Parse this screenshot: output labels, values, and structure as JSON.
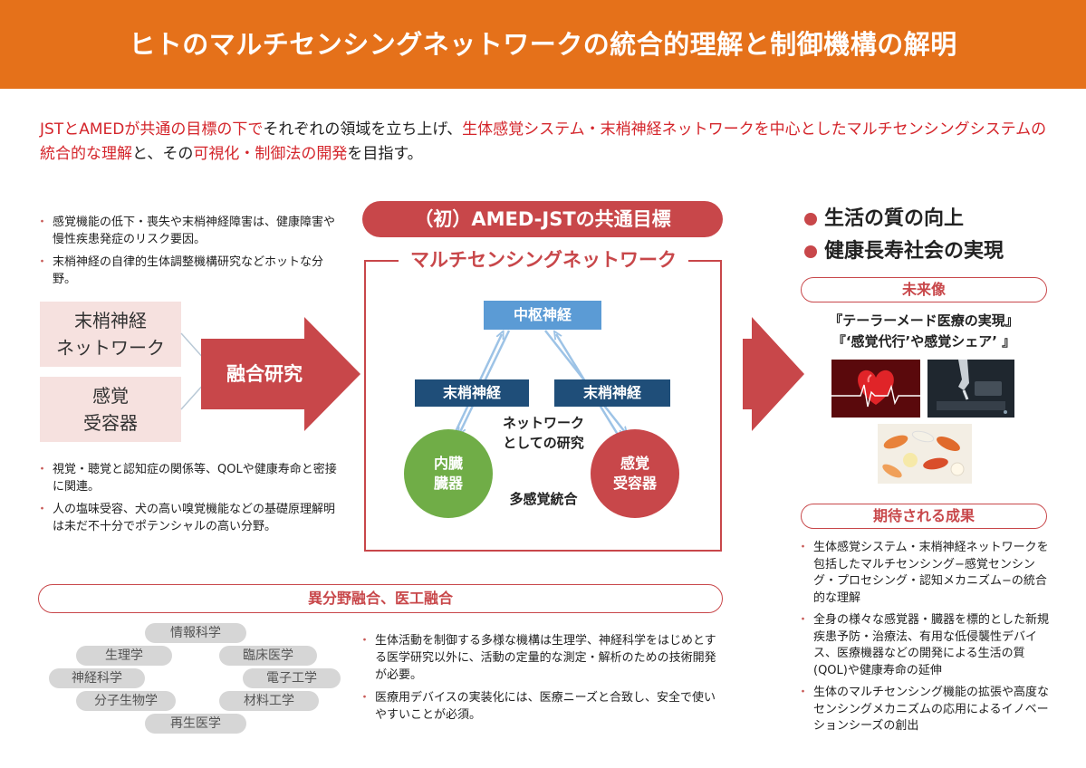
{
  "header": {
    "title": "ヒトのマルチセンシングネットワークの統合的理解と制御機構の解明",
    "color": "#e5711a"
  },
  "intro": {
    "part1": "JSTとAMEDが共通の目標の下で",
    "part2": "それぞれの領域を立ち上げ、",
    "part3": "生体感覚システム・末梢神経ネットワークを中心としたマルチセンシングシステムの統合的な理解",
    "part4": "と、その",
    "part5": "可視化・制御法の開発",
    "part6": "を目指す。"
  },
  "left": {
    "top_items": [
      "感覚機能の低下・喪失や末梢神経障害は、健康障害や慢性疾患発症のリスク要因。",
      "末梢神経の自律的生体調整機構研究などホットな分野。"
    ],
    "box1": "末梢神経\nネットワーク",
    "box2": "感覚\n受容器",
    "fusion": "融合研究",
    "bottom_items": [
      "視覚・聴覚と認知症の関係等、QOLや健康寿命と密接に関連。",
      "人の塩味受容、犬の高い嗅覚機能などの基礎原理解明は未だ不十分でポテンシャルの高い分野。"
    ]
  },
  "center": {
    "common_goal": "（初）AMED-JSTの共通目標",
    "network_title": "マルチセンシングネットワーク",
    "cns": "中枢神経",
    "peripheral_left": "末梢神経",
    "peripheral_right": "末梢神経",
    "network_study": "ネットワーク\nとしての研究",
    "visceral": "内臓\n臓器",
    "sensory": "感覚\n受容器",
    "multisensory": "多感覚統合"
  },
  "right": {
    "goals": [
      "生活の質の向上",
      "健康長寿社会の実現"
    ],
    "future_label": "未来像",
    "future_text": "『テーラーメード医療の実現』\n『‘感覚代行’や感覚シェア’ 』",
    "outcome_label": "期待される成果",
    "outcomes": [
      "生体感覚システム・末梢神経ネットワークを包括したマルチセンシング−感覚センシング・プロセシング・認知メカニズム−の統合的な理解",
      "全身の様々な感覚器・臓器を標的とした新規疾患予防・治療法、有用な低侵襲性デバイス、医療機器などの開発による生活の質(QOL)や健康寿命の延伸",
      "生体のマルチセンシング機能の拡張や高度なセンシングメカニズムの応用によるイノベーションシーズの創出"
    ]
  },
  "bottom": {
    "fusion_label": "異分野融合、医工融合",
    "fields": {
      "info": "情報科学",
      "physio": "生理学",
      "clinical": "臨床医学",
      "neuro": "神経科学",
      "electronic": "電子工学",
      "molecular": "分子生物学",
      "material": "材料工学",
      "regen": "再生医学"
    },
    "items": [
      "生体活動を制御する多様な機構は生理学、神経科学をはじめとする医学研究以外に、活動の定量的な測定・解析のための技術開発が必要。",
      "医療用デバイスの実装化には、医療ニーズと合致し、安全で使いやすいことが必須。"
    ]
  },
  "colors": {
    "accent_red": "#c8474a",
    "text_red": "#d4252b",
    "cns_blue": "#5b9bd5",
    "navy": "#1f4e79",
    "green": "#70ad47",
    "pink_box": "#f6e1df"
  }
}
